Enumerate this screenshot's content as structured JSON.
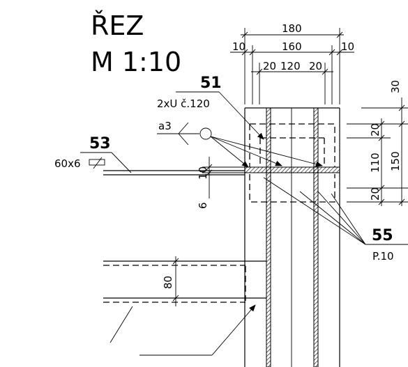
{
  "title": {
    "line1": "ŘEZ",
    "line2": "M 1:10"
  },
  "labels": {
    "l51": "51",
    "l51_sub": "2xU č.120",
    "l53": "53",
    "l53_sub": "60x6",
    "l55": "55",
    "l55_sub": "P.10",
    "weld": "a3"
  },
  "dimensions": {
    "d180": "180",
    "d160": "160",
    "d10a": "10",
    "d10b": "10",
    "d20a": "20",
    "d120": "120",
    "d20b": "20",
    "d30": "30",
    "d20c": "20",
    "d110": "110",
    "d150": "150",
    "d20d": "20",
    "d10v": "10",
    "d6": "6",
    "d80": "80"
  }
}
